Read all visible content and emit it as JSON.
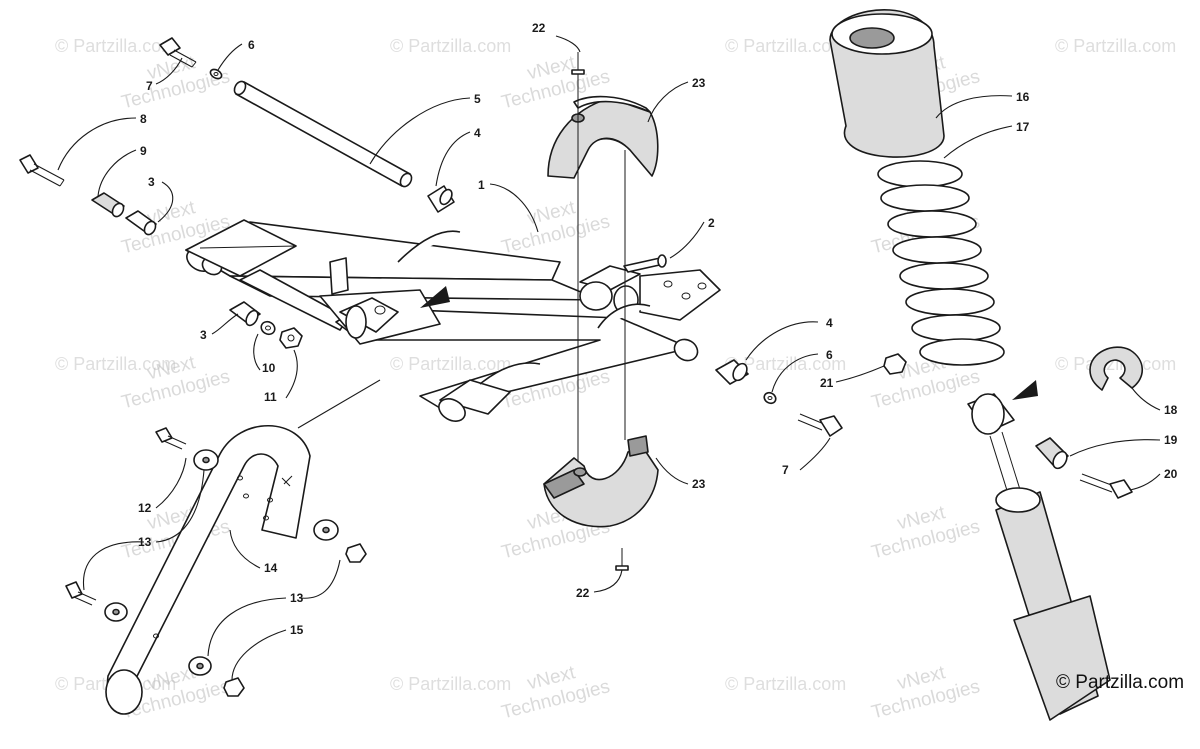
{
  "callouts": [
    {
      "id": "c1",
      "text": "1"
    },
    {
      "id": "c2",
      "text": "2"
    },
    {
      "id": "c3a",
      "text": "3"
    },
    {
      "id": "c3b",
      "text": "3"
    },
    {
      "id": "c4a",
      "text": "4"
    },
    {
      "id": "c4b",
      "text": "4"
    },
    {
      "id": "c5",
      "text": "5"
    },
    {
      "id": "c6a",
      "text": "6"
    },
    {
      "id": "c6b",
      "text": "6"
    },
    {
      "id": "c7a",
      "text": "7"
    },
    {
      "id": "c7b",
      "text": "7"
    },
    {
      "id": "c8",
      "text": "8"
    },
    {
      "id": "c9",
      "text": "9"
    },
    {
      "id": "c10",
      "text": "10"
    },
    {
      "id": "c11",
      "text": "11"
    },
    {
      "id": "c12",
      "text": "12"
    },
    {
      "id": "c13a",
      "text": "13"
    },
    {
      "id": "c13b",
      "text": "13"
    },
    {
      "id": "c14",
      "text": "14"
    },
    {
      "id": "c15",
      "text": "15"
    },
    {
      "id": "c16",
      "text": "16"
    },
    {
      "id": "c17",
      "text": "17"
    },
    {
      "id": "c18",
      "text": "18"
    },
    {
      "id": "c19",
      "text": "19"
    },
    {
      "id": "c20",
      "text": "20"
    },
    {
      "id": "c21",
      "text": "21"
    },
    {
      "id": "c22a",
      "text": "22"
    },
    {
      "id": "c22b",
      "text": "22"
    },
    {
      "id": "c23a",
      "text": "23"
    },
    {
      "id": "c23b",
      "text": "23"
    }
  ],
  "watermarks": {
    "partzilla": "© Partzilla.com",
    "vnext_line1": "vNext",
    "vnext_line2": "Technologies"
  },
  "copyright": "© Partzilla.com",
  "colors": {
    "line": "#1a1a1a",
    "background": "#ffffff",
    "watermark": "#bdbdbd"
  }
}
